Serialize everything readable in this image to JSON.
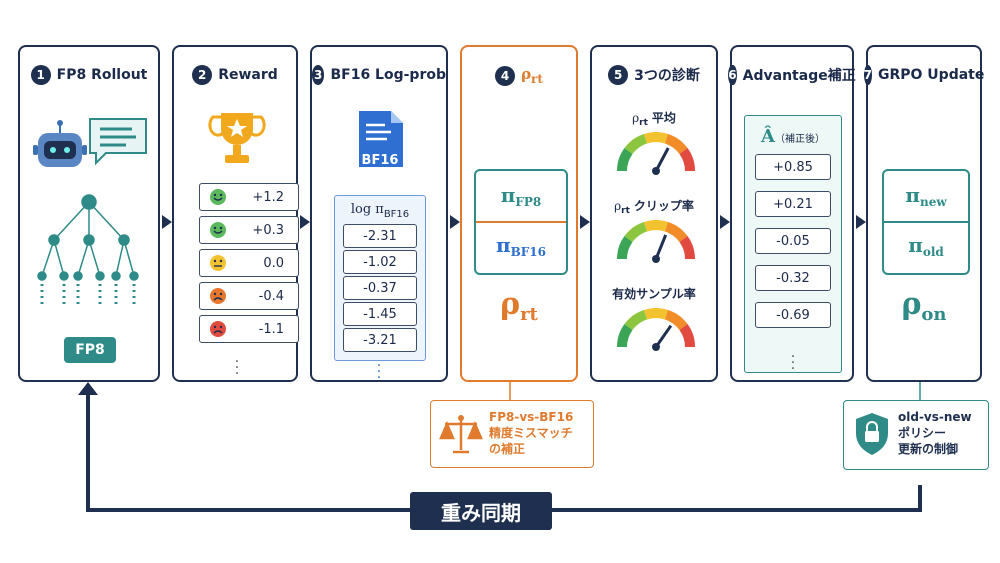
{
  "steps": [
    {
      "num": "1",
      "title": "FP8 Rollout",
      "badge": "FP8"
    },
    {
      "num": "2",
      "title": "Reward",
      "rewards": [
        "+1.2",
        "+0.3",
        "0.0",
        "-0.4",
        "-1.1"
      ]
    },
    {
      "num": "3",
      "title": "BF16 Log-prob",
      "file_label": "BF16",
      "table_header": "log π",
      "table_header_sub": "BF16",
      "values": [
        "-2.31",
        "-1.02",
        "-0.37",
        "-1.45",
        "-3.21"
      ]
    },
    {
      "num": "4",
      "title": "ρ",
      "title_sub": "rt",
      "num_sym": "π",
      "num_sub": "FP8",
      "den_sym": "π",
      "den_sub": "BF16",
      "result": "ρ",
      "result_sub": "rt"
    },
    {
      "num": "5",
      "title": "3つの診断",
      "gauges": [
        {
          "sym": "ρ",
          "sub": "rt",
          "label": "平均"
        },
        {
          "sym": "ρ",
          "sub": "rt",
          "label": "クリップ率"
        },
        {
          "sym": "",
          "sub": "",
          "label": "有効サンプル率"
        }
      ]
    },
    {
      "num": "6",
      "title": "Advantage補正",
      "header_sym": "Â",
      "header_note": "（補正後）",
      "values": [
        "+0.85",
        "+0.21",
        "-0.05",
        "-0.32",
        "-0.69"
      ]
    },
    {
      "num": "7",
      "title": "GRPO Update",
      "num_sym": "π",
      "num_sub": "new",
      "den_sym": "π",
      "den_sub": "old",
      "result": "ρ",
      "result_sub": "on"
    }
  ],
  "notes": {
    "mismatch": [
      "FP8-vs-BF16",
      "精度ミスマッチ",
      "の補正"
    ],
    "policy": [
      "old-vs-new",
      "ポリシー",
      "更新の制御"
    ]
  },
  "sync_label": "重み同期",
  "colors": {
    "navy": "#1e2f4f",
    "orange": "#e07b2e",
    "teal": "#2e8b87"
  }
}
